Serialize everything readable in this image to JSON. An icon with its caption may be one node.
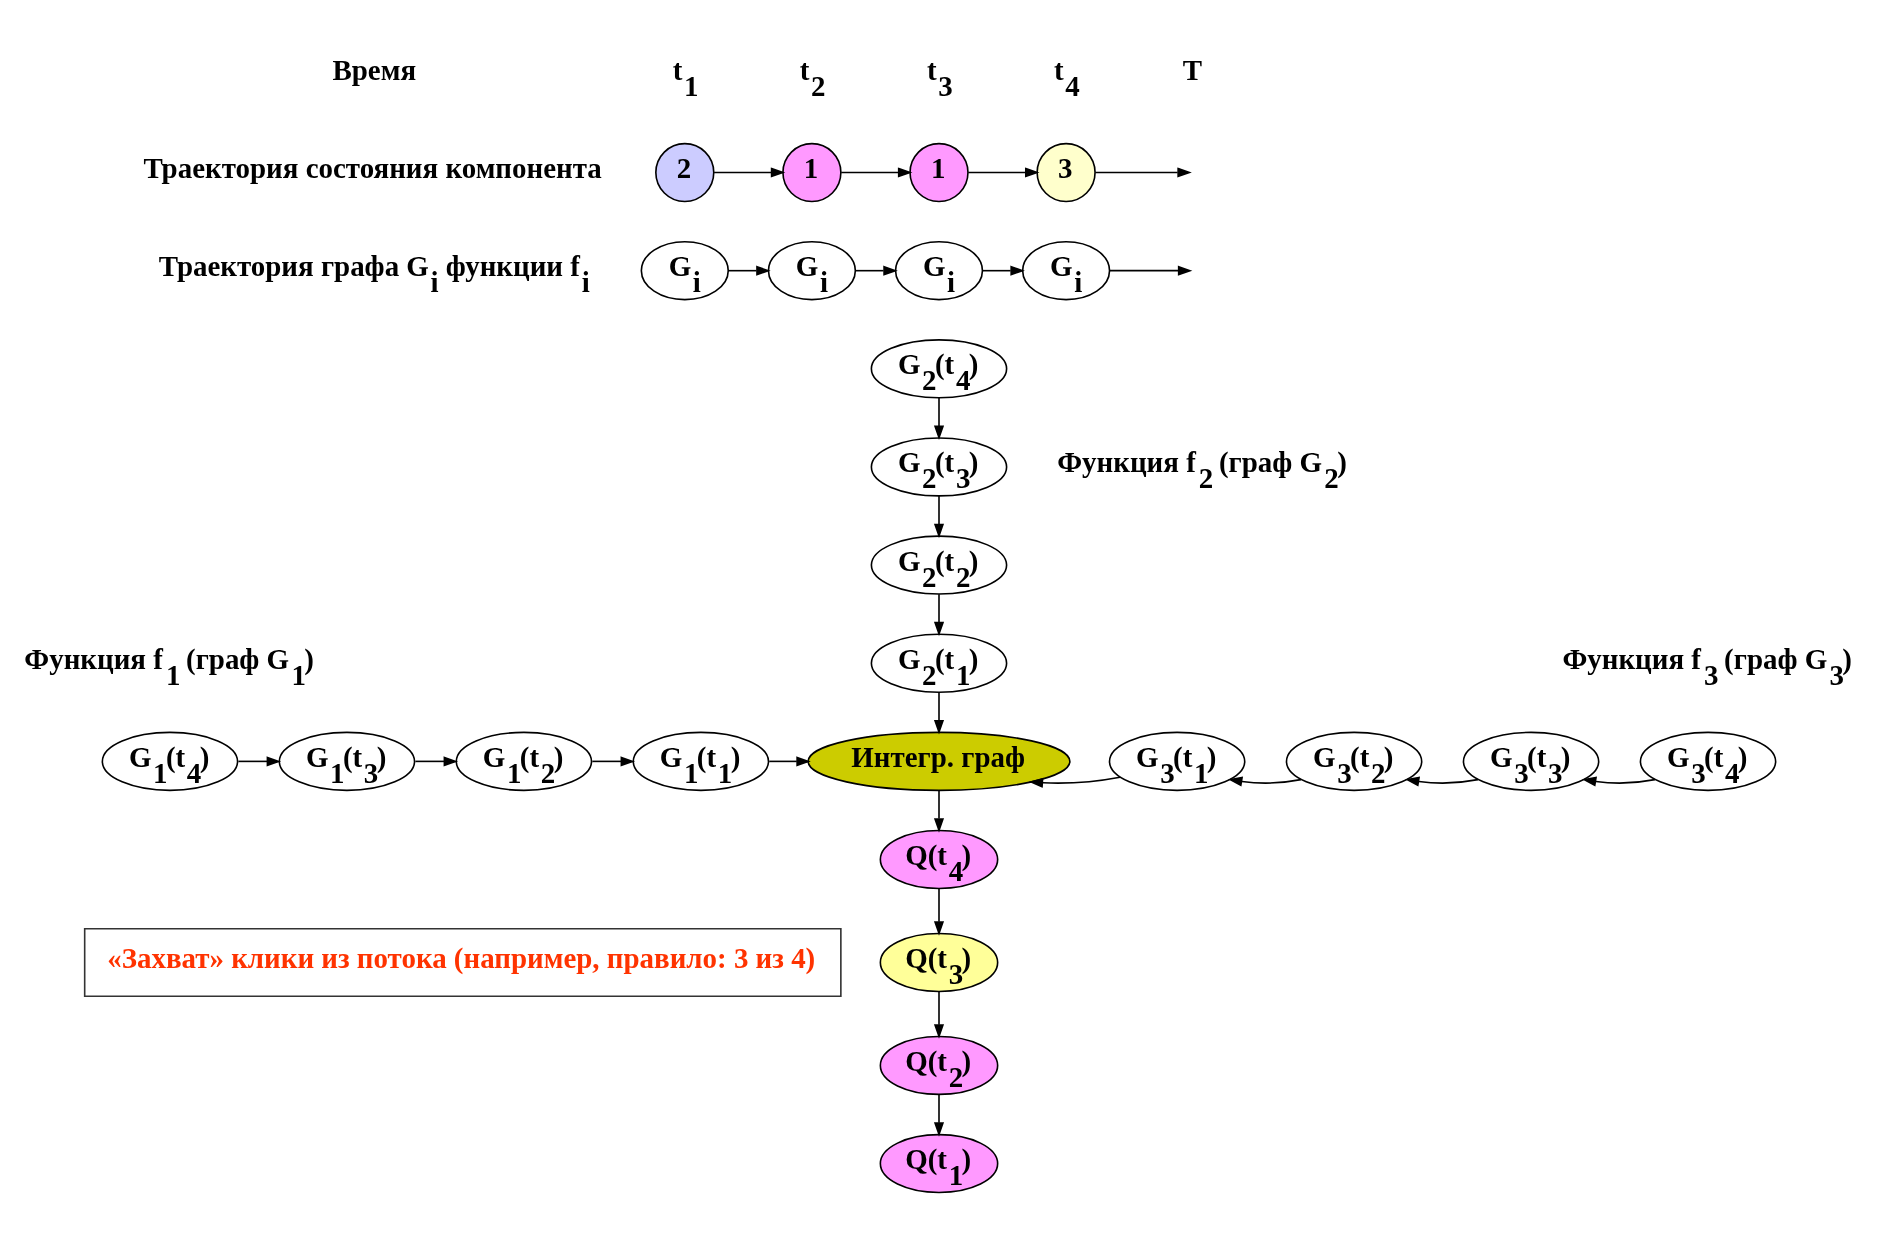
{
  "diagram": {
    "nodes": [
      {
        "text": [
          "2"
        ]
      },
      {
        "text": [
          "1"
        ]
      },
      {
        "text": [
          "1"
        ]
      },
      {
        "text": [
          "3"
        ]
      },
      {
        "text": [
          "G$_{i}$"
        ]
      },
      {
        "text": [
          "G$_{i}$"
        ]
      },
      {
        "text": [
          "G$_{i}$"
        ]
      },
      {
        "text": [
          "G$_{i}$"
        ]
      },
      {
        "text": [
          "G$_{2}$(t$_{4}$)"
        ]
      },
      {
        "text": [
          "G$_{2}$(t$_{3}$)"
        ]
      },
      {
        "text": [
          "G$_{2}$(t$_{2}$)"
        ]
      },
      {
        "text": [
          "G$_{2}$(t$_{1}$)"
        ]
      },
      {
        "text": [
          "Интегр. граф"
        ]
      },
      {
        "text": [
          "G$_{1}$(t$_{4}$)"
        ]
      },
      {
        "text": [
          "G$_{1}$(t$_{3}$)"
        ]
      },
      {
        "text": [
          "G$_{1}$(t$_{2}$)"
        ]
      },
      {
        "text": [
          "G$_{1}$(t$_{1}$)"
        ]
      },
      {
        "text": [
          "G$_{3}$(t$_{1}$)"
        ]
      },
      {
        "text": [
          "G$_{3}$(t$_{2}$)"
        ]
      },
      {
        "text": [
          "G$_{3}$(t$_{3}$)"
        ]
      },
      {
        "text": [
          "G$_{3}$(t$_{4}$)"
        ]
      },
      {
        "text": [
          "Q(t$_{4}$)"
        ]
      },
      {
        "text": [
          "Q(t$_{3}$)"
        ]
      },
      {
        "text": [
          "Q(t$_{2}$)"
        ]
      },
      {
        "text": [
          "Q(t$_{1}$)"
        ]
      },
      {
        "text": [
          "«Захват» клики из потока (например, правило: 3 из 4)"
        ]
      }
    ],
    "edges": [
      {
        "from": 0,
        "to": 1,
        "arrow": "to"
      },
      {
        "from": 1,
        "to": 2,
        "arrow": "to"
      },
      {
        "from": 2,
        "to": 3,
        "arrow": "to"
      },
      {
        "from": 3,
        "to": null,
        "arrow": "to"
      },
      {
        "from": 4,
        "to": 5,
        "arrow": "to"
      },
      {
        "from": 5,
        "to": 6,
        "arrow": "to"
      },
      {
        "from": 6,
        "to": 7,
        "arrow": "to"
      },
      {
        "from": 7,
        "to": null,
        "arrow": "to"
      },
      {
        "from": 8,
        "to": 9,
        "arrow": "to"
      },
      {
        "from": 9,
        "to": 10,
        "arrow": "to"
      },
      {
        "from": 10,
        "to": 11,
        "arrow": "to"
      },
      {
        "from": 11,
        "to": 12,
        "arrow": "to"
      },
      {
        "from": 13,
        "to": 14,
        "arrow": "to"
      },
      {
        "from": 14,
        "to": 15,
        "arrow": "to"
      },
      {
        "from": 15,
        "to": 16,
        "arrow": "to"
      },
      {
        "from": 16,
        "to": 12,
        "arrow": "to"
      },
      {
        "from": 20,
        "to": 19,
        "arrow": "to"
      },
      {
        "from": 19,
        "to": 18,
        "arrow": "to"
      },
      {
        "from": 18,
        "to": 17,
        "arrow": "to"
      },
      {
        "from": 17,
        "to": 12,
        "arrow": "to"
      },
      {
        "from": 12,
        "to": 21,
        "arrow": "to"
      },
      {
        "from": 21,
        "to": 22,
        "arrow": "to"
      },
      {
        "from": 22,
        "to": 23,
        "arrow": "to"
      },
      {
        "from": 23,
        "to": 24,
        "arrow": "to"
      }
    ],
    "labels": [
      "Время",
      "t$_{1}$",
      "t$_{2}$",
      "t$_{3}$",
      "t$_{4}$",
      "T",
      "Траектория состояния компонента",
      "Траектория графа G$_{i}$ функции f$_{i}$",
      "Функция f$_{2}$ (граф G$_{2}$)",
      "Функция f$_{1}$ (граф G$_{1}$)",
      "Функция f$_{3}$ (граф G$_{3}$)"
    ]
  }
}
